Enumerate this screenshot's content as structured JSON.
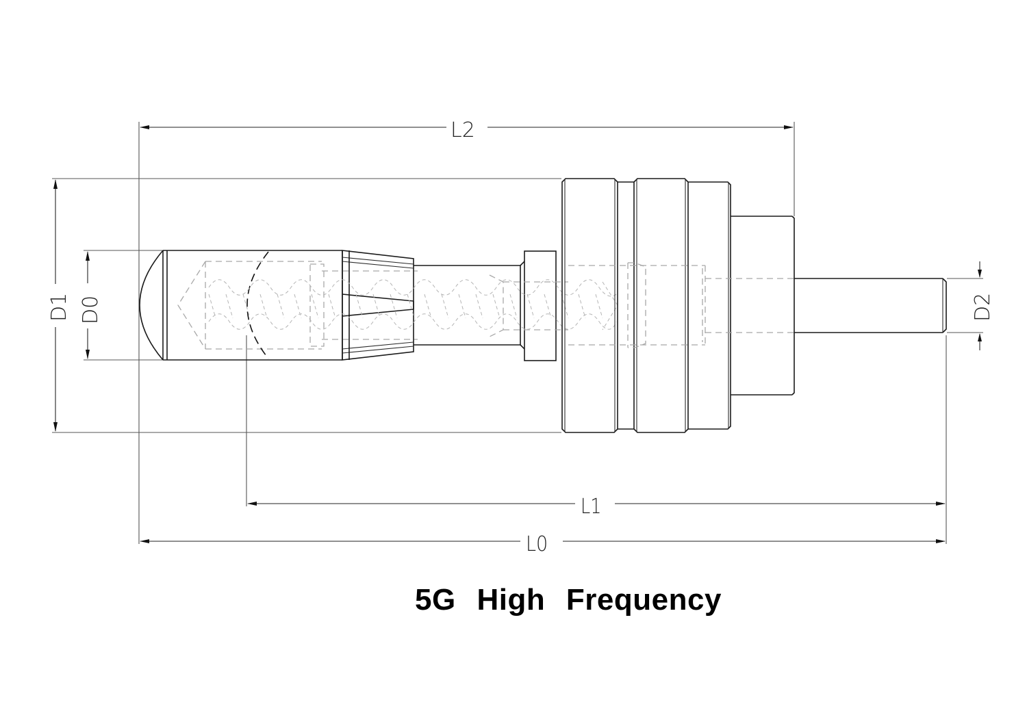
{
  "caption": "5G  High  Frequency",
  "dimensions": {
    "L0": "L0",
    "L1": "L1",
    "L2": "L2",
    "D0": "D0",
    "D1": "D1",
    "D2": "D2"
  },
  "colors": {
    "outline": "#1a1a1a",
    "hidden": "#a8a8a8",
    "background": "#ffffff"
  }
}
